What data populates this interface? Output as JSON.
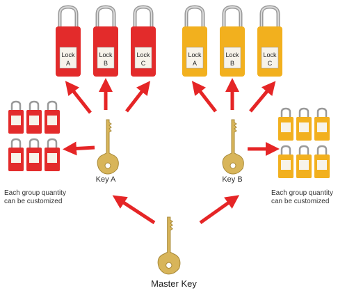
{
  "colors": {
    "red_lock": "#e32b2b",
    "yellow_lock": "#f2b01e",
    "arrow": "#e52526",
    "key": "#d8b55a"
  },
  "groups": [
    {
      "name": "group-a",
      "lock_color": "red",
      "locks": [
        {
          "word": "Lock",
          "letter": "A"
        },
        {
          "word": "Lock",
          "letter": "B"
        },
        {
          "word": "Lock",
          "letter": "C"
        }
      ],
      "key_label": "Key A",
      "caption_line1": "Each group quantity",
      "caption_line2": "can be customized"
    },
    {
      "name": "group-b",
      "lock_color": "yellow",
      "locks": [
        {
          "word": "Lock",
          "letter": "A"
        },
        {
          "word": "Lock",
          "letter": "B"
        },
        {
          "word": "Lock",
          "letter": "C"
        }
      ],
      "key_label": "Key B",
      "caption_line1": "Each group quantity",
      "caption_line2": "can be customized"
    }
  ],
  "master_label": "Master Key",
  "icons": {
    "key": "key-icon",
    "padlock": "padlock-icon",
    "arrow": "arrow-icon"
  }
}
